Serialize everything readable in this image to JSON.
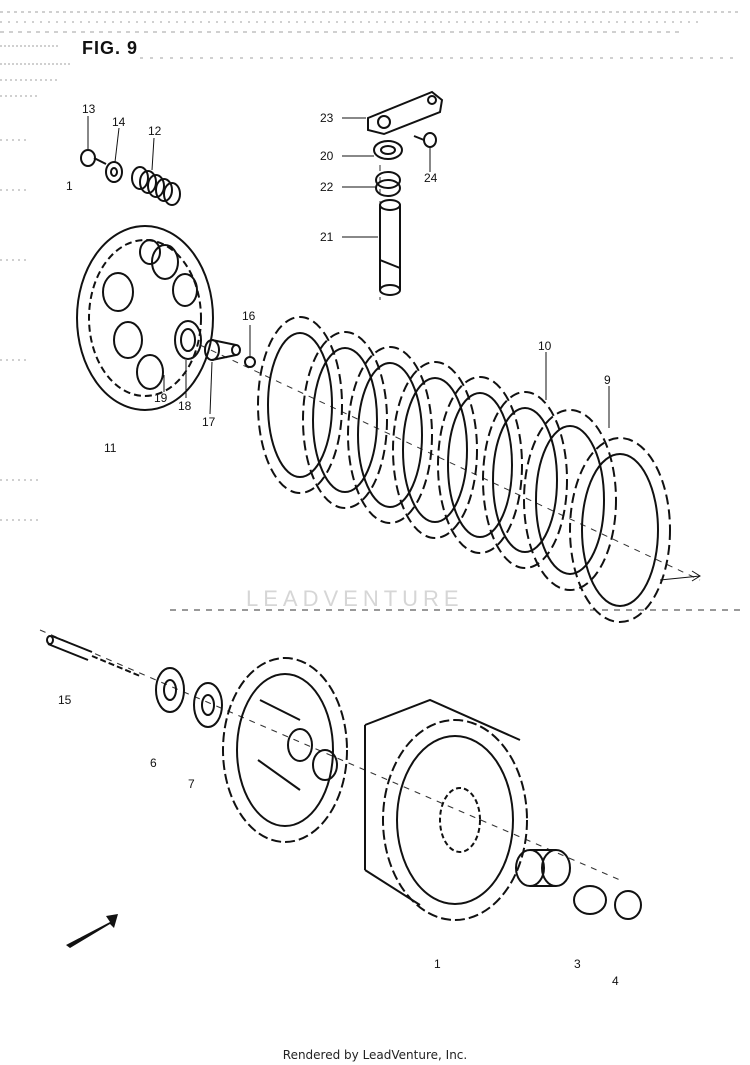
{
  "figure": {
    "title": "FIG. 9"
  },
  "parts": [
    {
      "no": "13"
    },
    {
      "no": "14"
    },
    {
      "no": "12"
    },
    {
      "no": "1"
    },
    {
      "no": "23"
    },
    {
      "no": "20"
    },
    {
      "no": "24"
    },
    {
      "no": "22"
    },
    {
      "no": "21"
    },
    {
      "no": "16"
    },
    {
      "no": "10"
    },
    {
      "no": "9"
    },
    {
      "no": "19"
    },
    {
      "no": "18"
    },
    {
      "no": "17"
    },
    {
      "no": "11"
    },
    {
      "no": "15"
    },
    {
      "no": "6"
    },
    {
      "no": "7"
    },
    {
      "no": "1"
    },
    {
      "no": "3"
    },
    {
      "no": "4"
    }
  ],
  "forward_arrow": {
    "label": "FWD"
  },
  "watermark": "LEADVENTURE",
  "footer": "Rendered by LeadVenture, Inc.",
  "colors": {
    "ink": "#111111",
    "watermark": "#d6d6d6",
    "paper": "#ffffff"
  }
}
